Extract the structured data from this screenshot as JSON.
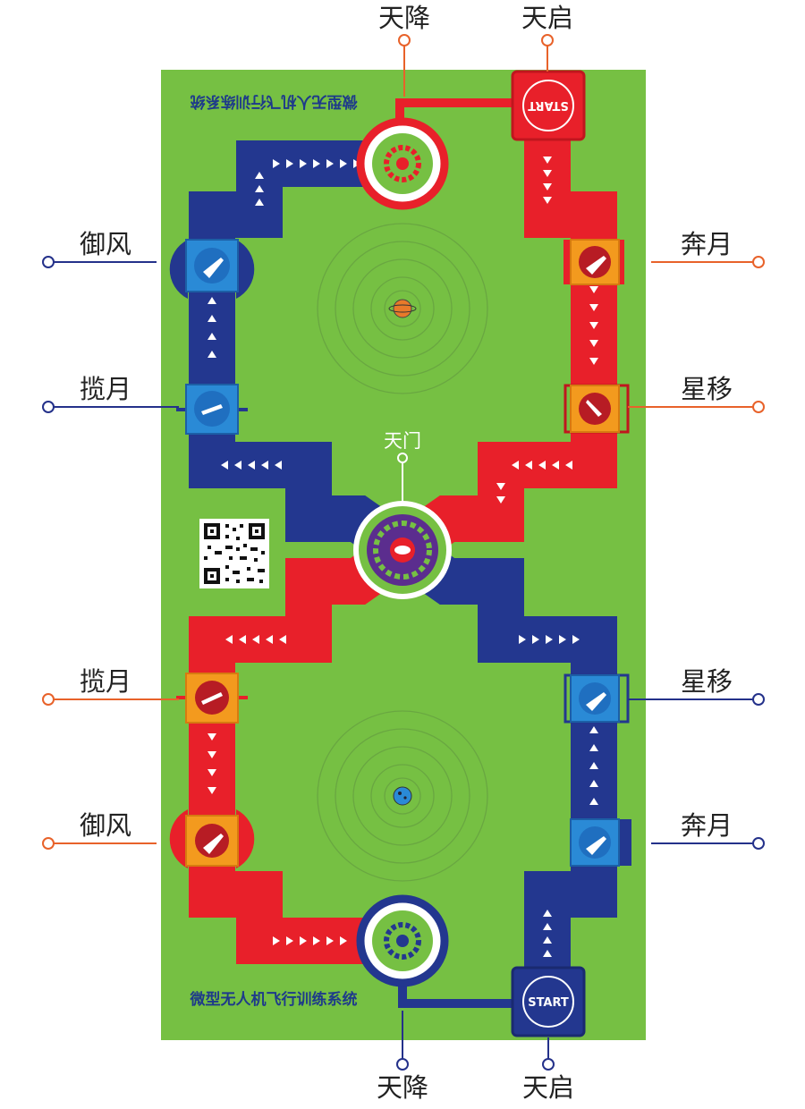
{
  "labels": {
    "top_tianjiang": "天降",
    "top_tianqi": "天启",
    "bottom_tianjiang": "天降",
    "bottom_tianqi": "天启",
    "left_yufeng_top": "御风",
    "left_lanyue_top": "揽月",
    "left_lanyue_bottom": "揽月",
    "left_yufeng_bottom": "御风",
    "right_benyue_top": "奔月",
    "right_xingyi_top": "星移",
    "right_xingyi_bottom": "星移",
    "right_benyue_bottom": "奔月",
    "tianmen": "天门"
  },
  "board": {
    "title_bottom": "微型无人机飞行训练系统",
    "title_top_mirrored": "微型无人机飞行训练系统",
    "start_top": "START",
    "start_bottom": "START"
  },
  "colors": {
    "field": "#76c043",
    "red": "#e8202a",
    "blue": "#23378f",
    "orange": "#f39a1e",
    "sky": "#2a8ad6",
    "leader_orange": "#e8622a",
    "leader_blue": "#24318a"
  }
}
